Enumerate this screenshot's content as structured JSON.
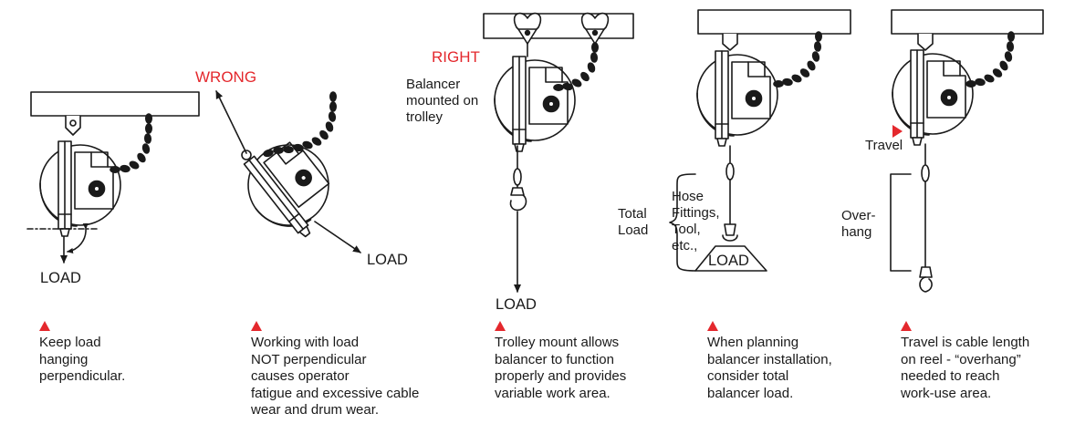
{
  "panels": [
    {
      "id": "perpendicular",
      "labels": {
        "load": "LOAD"
      },
      "note": [
        "Keep load",
        "hanging",
        "perpendicular."
      ]
    },
    {
      "id": "wrong",
      "labels": {
        "status": "WRONG",
        "load": "LOAD"
      },
      "note": [
        "Working with load",
        "NOT perpendicular",
        "causes operator",
        "fatigue and excessive cable",
        "wear and drum wear."
      ]
    },
    {
      "id": "trolley",
      "labels": {
        "status": "RIGHT",
        "desc": [
          "Balancer",
          "mounted on",
          "trolley"
        ],
        "load": "LOAD"
      },
      "note": [
        "Trolley mount allows",
        "balancer to function",
        "properly and provides",
        "variable work area."
      ]
    },
    {
      "id": "total-load",
      "labels": {
        "total": [
          "Total",
          "Load"
        ],
        "items": [
          "Hose",
          "Fittings,",
          "Tool,",
          "etc.,"
        ],
        "load": "LOAD"
      },
      "note": [
        "When planning",
        "balancer installation,",
        "consider total",
        "balancer load."
      ]
    },
    {
      "id": "overhang",
      "labels": {
        "travel": "Travel",
        "overhang": [
          "Over-",
          "hang"
        ]
      },
      "note": [
        "Travel is cable length",
        "on reel - “overhang”",
        "needed to reach",
        "work-use area."
      ]
    }
  ],
  "colors": {
    "accent": "#e4282d",
    "line": "#1a1a1a"
  },
  "icons": [
    "warning-triangle-icon",
    "travel-arrow-icon",
    "spring-balancer-icon",
    "chain-icon",
    "hook-icon",
    "trolley-icon",
    "load-weight-icon"
  ]
}
